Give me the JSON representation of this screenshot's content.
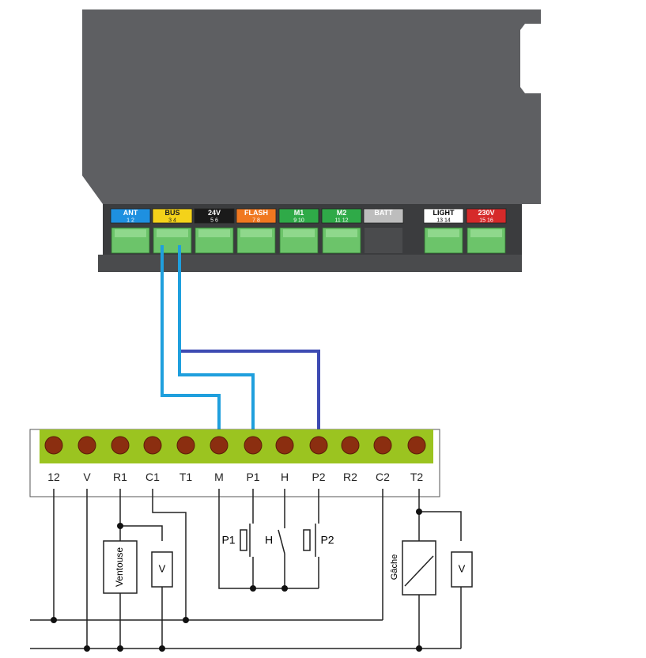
{
  "controller": {
    "body_color": "#5e5f62",
    "blocks": [
      {
        "label": "ANT",
        "pins": "1   2",
        "bg": "#1e90e0",
        "fg": "#ffffff"
      },
      {
        "label": "BUS",
        "pins": "3   4",
        "bg": "#f4d21a",
        "fg": "#1a1a1a"
      },
      {
        "label": "24V",
        "pins": "5   6",
        "bg": "#1a1a1a",
        "fg": "#ffffff"
      },
      {
        "label": "FLASH",
        "pins": "7   8",
        "bg": "#f07820",
        "fg": "#ffffff"
      },
      {
        "label": "M1",
        "pins": "9  10",
        "bg": "#2faa48",
        "fg": "#ffffff"
      },
      {
        "label": "M2",
        "pins": "11 12",
        "bg": "#2faa48",
        "fg": "#ffffff"
      },
      {
        "label": "BATT",
        "pins": "",
        "bg": "#bdbdbd",
        "fg": "#ffffff"
      },
      {
        "label": "LIGHT",
        "pins": "13 14",
        "bg": "#ffffff",
        "fg": "#000000"
      },
      {
        "label": "230V",
        "pins": "15 16",
        "bg": "#d62a2a",
        "fg": "#ffffff"
      }
    ]
  },
  "terminal_strip": {
    "color": "#9bc420",
    "terminal_color": "#8b2e10",
    "labels": [
      "12",
      "V",
      "R1",
      "C1",
      "T1",
      "M",
      "P1",
      "H",
      "P2",
      "R2",
      "C2",
      "T2"
    ]
  },
  "wires": {
    "light_blue": "#1f9fdd",
    "dark_blue": "#3d4ab2"
  },
  "components": {
    "ventouse": "Ventouse",
    "v_left": "V",
    "p1": "P1",
    "h": "H",
    "p2": "P2",
    "gache": "Gâche",
    "v_right": "V"
  }
}
